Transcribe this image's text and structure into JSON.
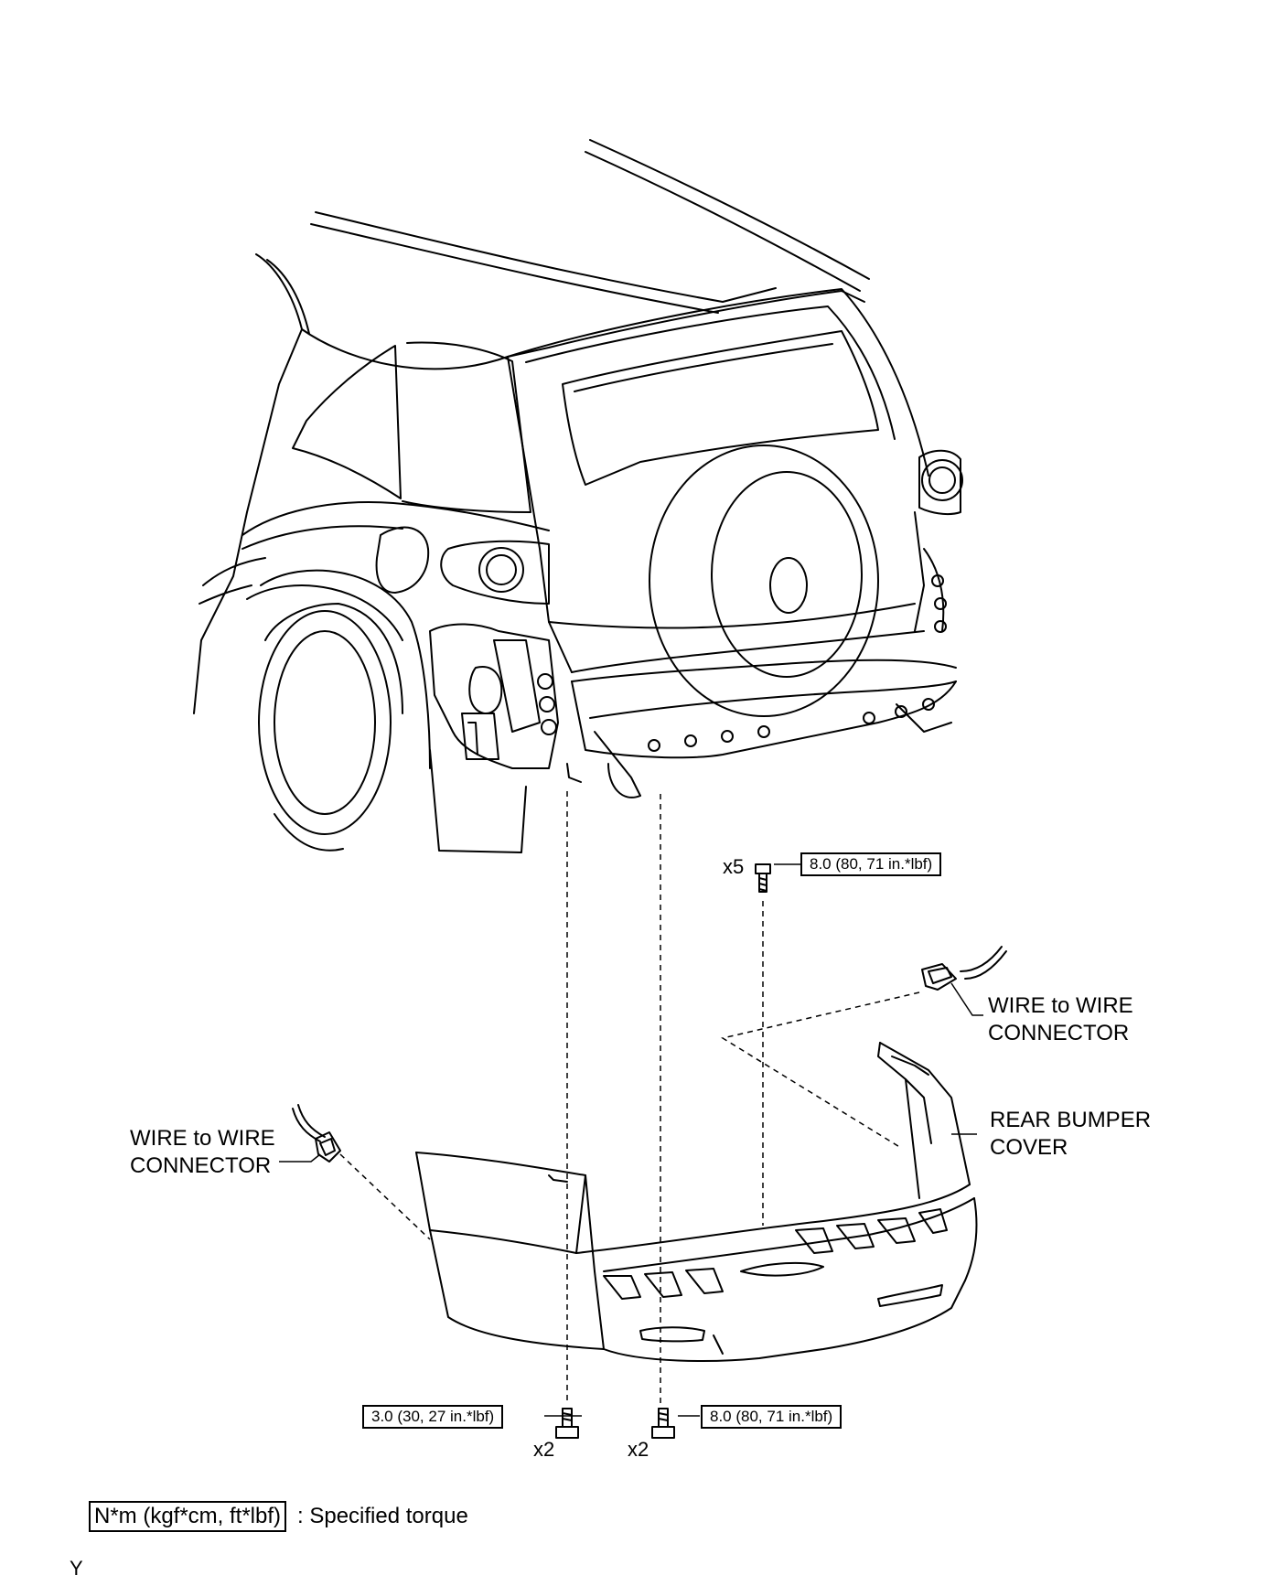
{
  "labels": {
    "wire_connector_right": [
      "WIRE to WIRE",
      "CONNECTOR"
    ],
    "wire_connector_left": [
      "WIRE to WIRE",
      "CONNECTOR"
    ],
    "rear_bumper_cover": [
      "REAR BUMPER",
      "COVER"
    ]
  },
  "fasteners": {
    "top": {
      "qty": "x5",
      "torque": "8.0 (80, 71 in.*lbf)"
    },
    "bottom_left": {
      "qty": "x2",
      "torque": "3.0 (30, 27 in.*lbf)"
    },
    "bottom_right": {
      "qty": "x2",
      "torque": "8.0 (80, 71 in.*lbf)"
    }
  },
  "legend": {
    "unit_box": "N*m (kgf*cm, ft*lbf)",
    "description": ": Specified torque"
  },
  "corner_mark": "Y"
}
